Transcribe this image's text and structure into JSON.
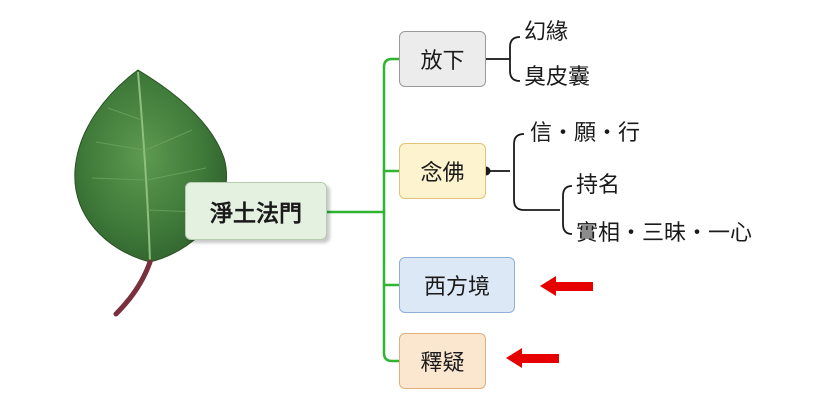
{
  "root": {
    "label": "淨土法門"
  },
  "branches": [
    {
      "label": "放下",
      "color": "#ececec",
      "children": [
        "幻緣",
        "臭皮囊"
      ]
    },
    {
      "label": "念佛",
      "color": "#fdf3cf",
      "children": [
        "信・願・行",
        "持名",
        "實相・三昧・一心"
      ]
    },
    {
      "label": "西方境",
      "color": "#dde8f6",
      "marked": true
    },
    {
      "label": "釋疑",
      "color": "#fbe6d0",
      "marked": true
    }
  ],
  "colors": {
    "connector": "#2fb52f",
    "arrow": "#e60000",
    "leaf": "#3f7a3a"
  }
}
